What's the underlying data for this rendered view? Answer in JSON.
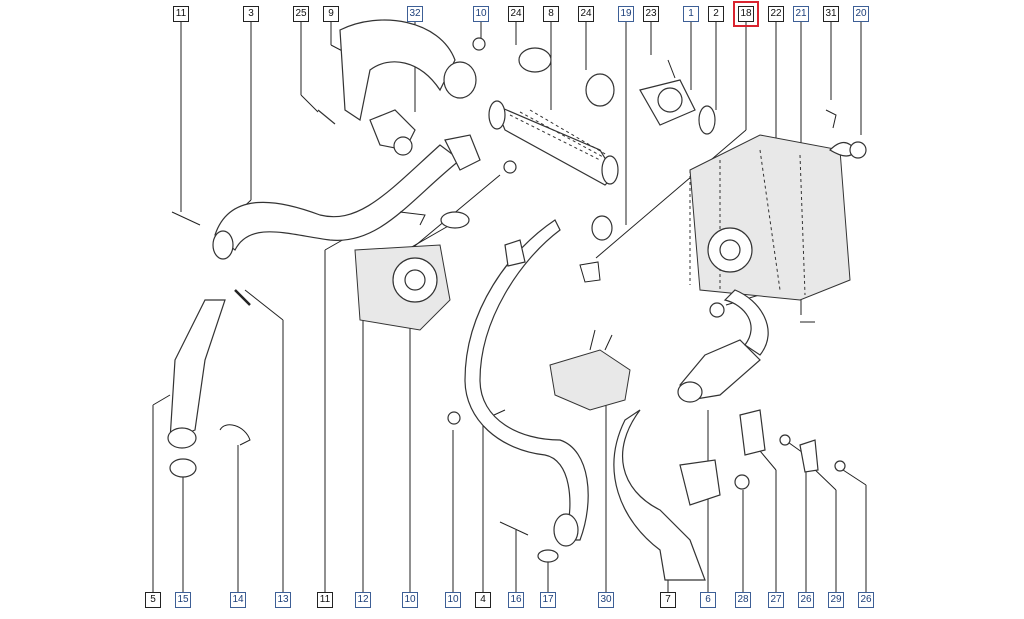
{
  "callouts": {
    "top": [
      {
        "num": "11",
        "style": "plain"
      },
      {
        "num": "3",
        "style": "plain"
      },
      {
        "num": "25",
        "style": "plain"
      },
      {
        "num": "9",
        "style": "plain"
      },
      {
        "num": "32",
        "style": "blue"
      },
      {
        "num": "10",
        "style": "blue"
      },
      {
        "num": "24",
        "style": "plain"
      },
      {
        "num": "8",
        "style": "plain"
      },
      {
        "num": "24",
        "style": "plain"
      },
      {
        "num": "19",
        "style": "blue"
      },
      {
        "num": "23",
        "style": "plain"
      },
      {
        "num": "1",
        "style": "blue"
      },
      {
        "num": "2",
        "style": "plain"
      },
      {
        "num": "18",
        "style": "plain",
        "selected": true
      },
      {
        "num": "22",
        "style": "plain"
      },
      {
        "num": "21",
        "style": "blue"
      },
      {
        "num": "31",
        "style": "plain"
      },
      {
        "num": "20",
        "style": "blue"
      }
    ],
    "bottom": [
      {
        "num": "5",
        "style": "plain"
      },
      {
        "num": "15",
        "style": "blue"
      },
      {
        "num": "14",
        "style": "blue"
      },
      {
        "num": "13",
        "style": "blue"
      },
      {
        "num": "11",
        "style": "plain"
      },
      {
        "num": "12",
        "style": "blue"
      },
      {
        "num": "10",
        "style": "blue"
      },
      {
        "num": "10",
        "style": "blue"
      },
      {
        "num": "4",
        "style": "plain"
      },
      {
        "num": "16",
        "style": "blue"
      },
      {
        "num": "17",
        "style": "blue"
      },
      {
        "num": "30",
        "style": "blue"
      },
      {
        "num": "7",
        "style": "plain"
      },
      {
        "num": "6",
        "style": "blue"
      },
      {
        "num": "28",
        "style": "blue"
      },
      {
        "num": "27",
        "style": "blue"
      },
      {
        "num": "26",
        "style": "blue"
      },
      {
        "num": "29",
        "style": "blue"
      },
      {
        "num": "26",
        "style": "blue"
      }
    ]
  },
  "colors": {
    "label_border": "#222222",
    "label_blue": "#3d5f96",
    "highlight": "#d9232e",
    "line": "#222222"
  }
}
